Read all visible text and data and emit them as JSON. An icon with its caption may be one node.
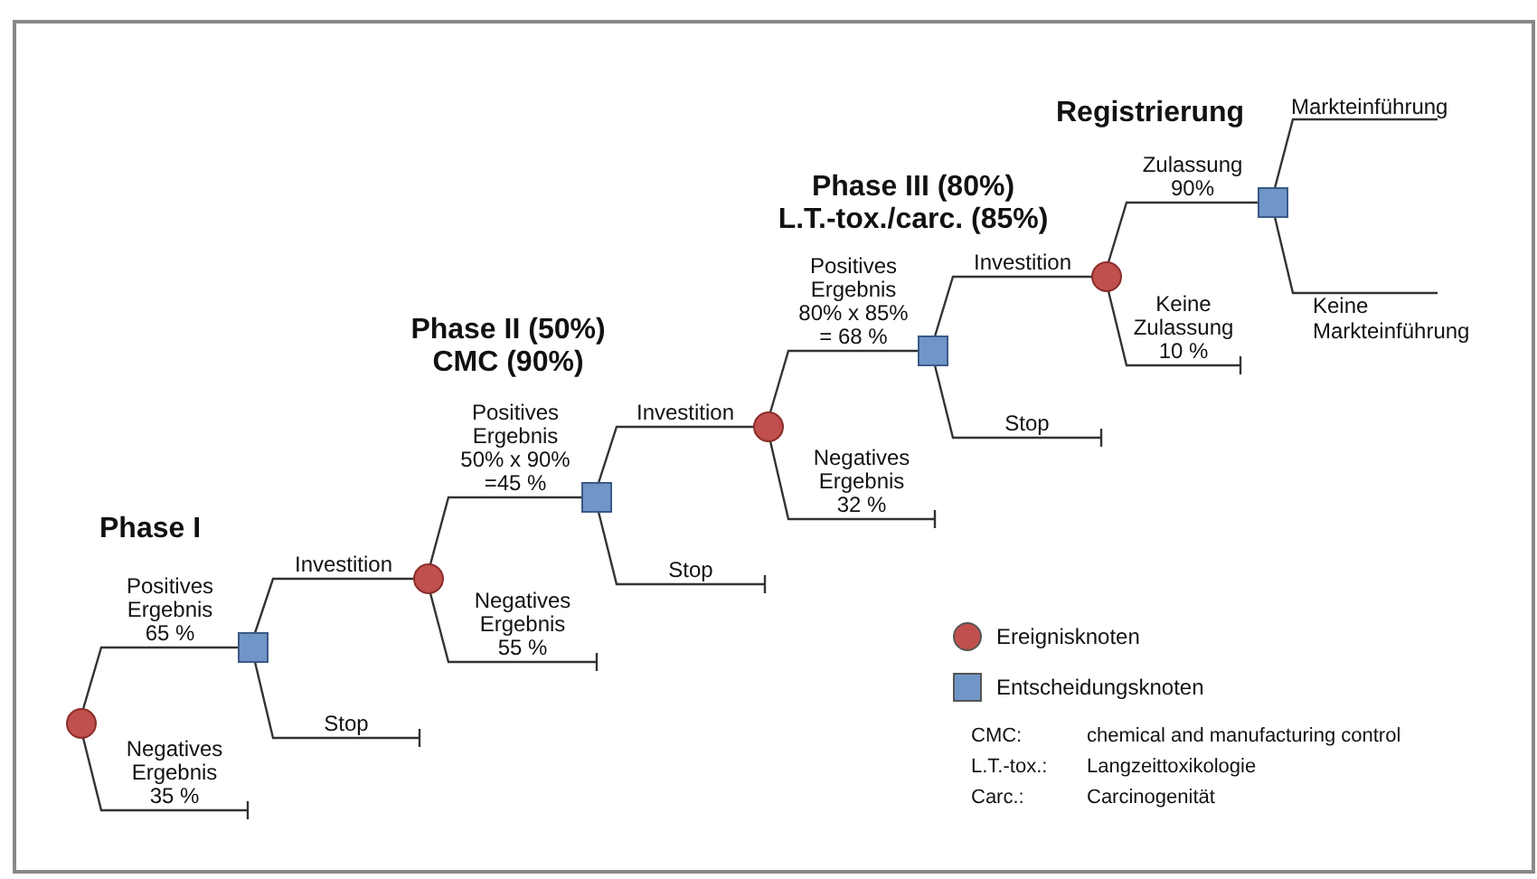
{
  "diagram": {
    "nodes": [
      {
        "text": [],
        "shape": "circle"
      },
      {
        "text": [],
        "shape": "box"
      },
      {
        "text": [],
        "shape": "circle"
      },
      {
        "text": [],
        "shape": "box"
      },
      {
        "text": [],
        "shape": "circle"
      },
      {
        "text": [],
        "shape": "box"
      },
      {
        "text": [],
        "shape": "circle"
      },
      {
        "text": [],
        "shape": "box"
      },
      {
        "text": [
          "Markteinführung"
        ]
      },
      {
        "text": [
          "Keine Markteinführung"
        ]
      }
    ],
    "edges": [
      {
        "from": 0,
        "to": 1,
        "arrow": "none",
        "label": "Positives Ergebnis 65 %"
      },
      {
        "from": 0,
        "to": null,
        "arrow": "other",
        "label": "Negatives Ergebnis 35 %"
      },
      {
        "from": 1,
        "to": 2,
        "arrow": "none",
        "label": "Investition"
      },
      {
        "from": 1,
        "to": null,
        "arrow": "other",
        "label": "Stop"
      },
      {
        "from": 2,
        "to": 3,
        "arrow": "none",
        "label": "Positives Ergebnis 50% x 90% =45 %"
      },
      {
        "from": 2,
        "to": null,
        "arrow": "other",
        "label": "Negatives Ergebnis 55 %"
      },
      {
        "from": 3,
        "to": 4,
        "arrow": "none",
        "label": "Investition"
      },
      {
        "from": 3,
        "to": null,
        "arrow": "other",
        "label": "Stop"
      },
      {
        "from": 4,
        "to": 5,
        "arrow": "none",
        "label": "Positives Ergebnis 80% x 85% = 68 %"
      },
      {
        "from": 4,
        "to": null,
        "arrow": "other",
        "label": "Negatives Ergebnis 32 %"
      },
      {
        "from": 5,
        "to": 6,
        "arrow": "none",
        "label": "Investition"
      },
      {
        "from": 5,
        "to": null,
        "arrow": "other",
        "label": "Stop"
      },
      {
        "from": 6,
        "to": 7,
        "arrow": "none",
        "label": "Zulassung 90%"
      },
      {
        "from": 6,
        "to": null,
        "arrow": "other",
        "label": "Keine Zulassung 10 %"
      },
      {
        "from": 7,
        "to": 8,
        "arrow": "none"
      },
      {
        "from": 7,
        "to": 9,
        "arrow": "none"
      }
    ],
    "labels": [
      "Phase I",
      "Phase II (50%) CMC (90%)",
      "Phase III (80%) L.T.-tox./carc. (85%)",
      "Registrierung",
      "CMC:",
      "chemical and manufacturing control",
      "L.T.-tox.:",
      "Langzeittoxikologie",
      "Carc.:",
      "Carcinogenität"
    ],
    "legend": [
      {
        "text": "Ereignisknoten",
        "color": "#c0504d"
      },
      {
        "text": "Entscheidungsknoten",
        "color": "#7096c8"
      }
    ]
  }
}
